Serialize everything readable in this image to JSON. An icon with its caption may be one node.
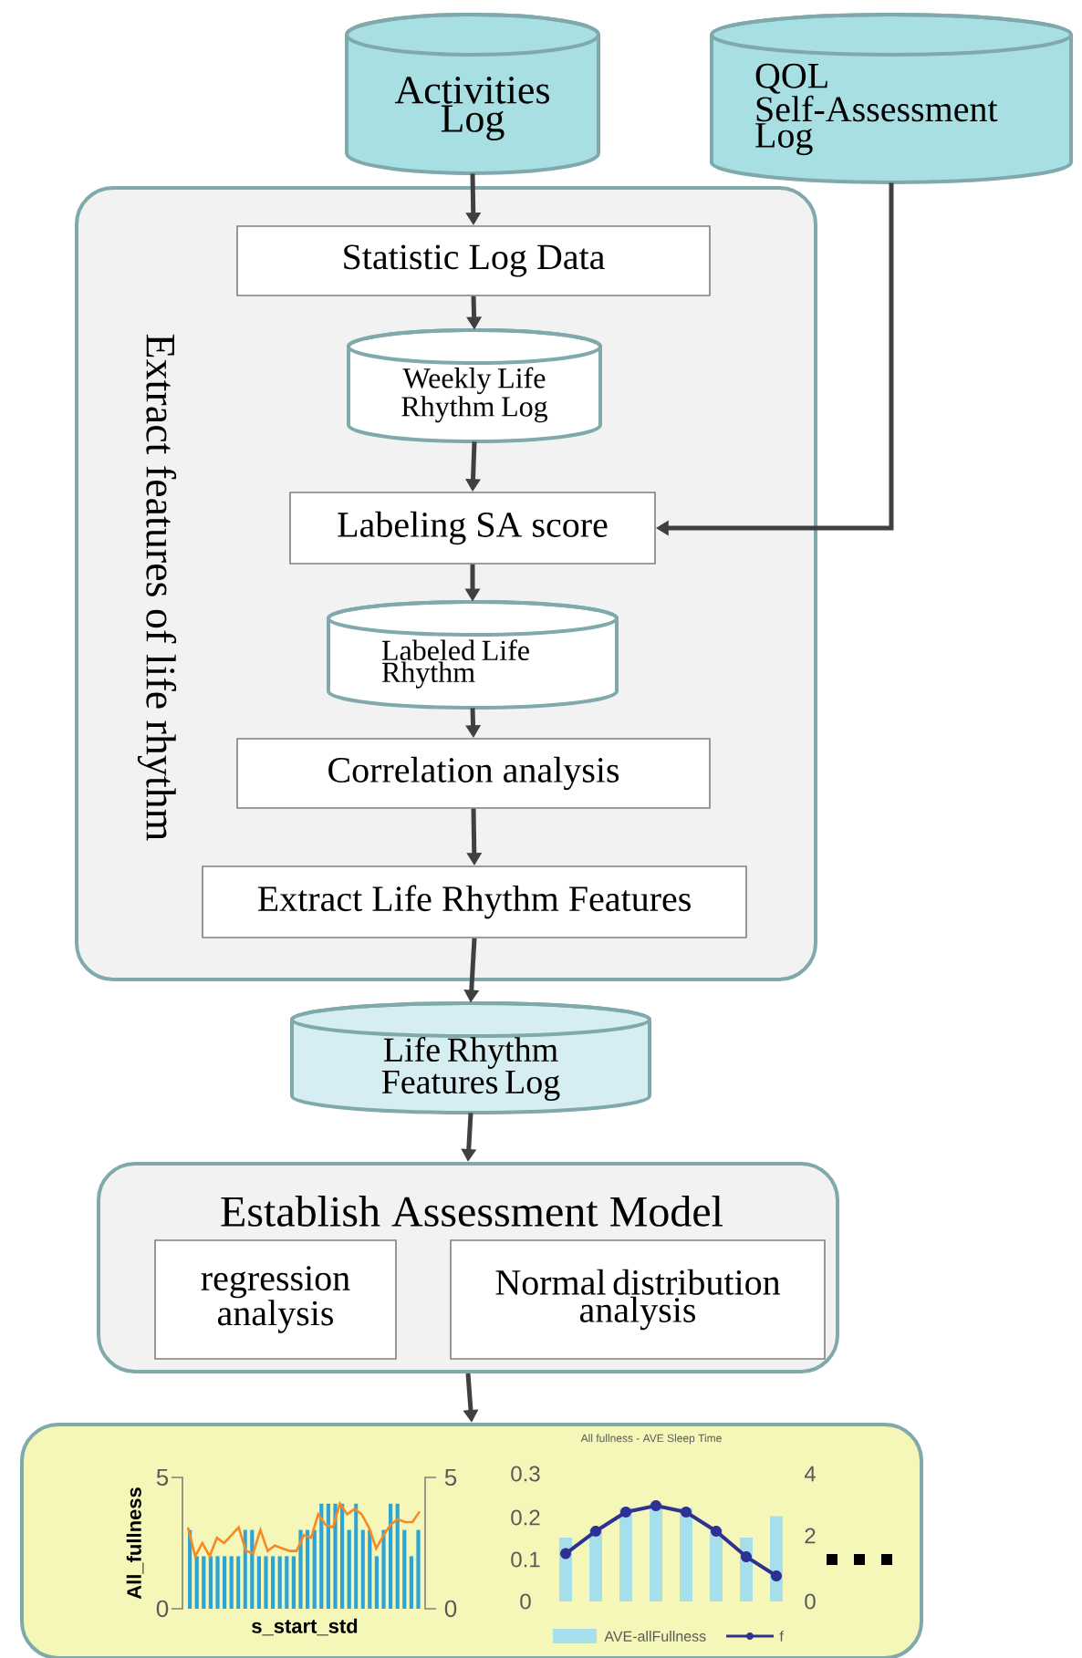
{
  "diagram": {
    "nodes": [
      {
        "text": [
          "Activities Log"
        ]
      },
      {
        "text": [
          "QOL Self-Assessment Log"
        ]
      },
      {
        "text": [
          "Extract features of life rhythm"
        ]
      },
      {
        "text": [
          "Statistic Log Data"
        ],
        "in": 2
      },
      {
        "text": [
          "Weekly Life Rhythm Log"
        ],
        "in": 2
      },
      {
        "text": [
          "Labeling SA score"
        ],
        "in": 2
      },
      {
        "text": [
          "Labeled Life Rhythm"
        ],
        "in": 2
      },
      {
        "text": [
          "Correlation analysis"
        ],
        "in": 2
      },
      {
        "text": [
          "Extract Life Rhythm Features"
        ],
        "in": 2
      },
      {
        "text": [
          "Life Rhythm Features Log"
        ]
      },
      {
        "text": [
          "Establish Assessment Model"
        ]
      },
      {
        "text": [
          "regression analysis"
        ],
        "in": 10
      },
      {
        "text": [
          "Normal distribution analysis"
        ],
        "in": 10
      },
      {
        "text": [],
        "shape": "box"
      }
    ],
    "edges": [
      {
        "from": 0,
        "to": 3,
        "arrow": "to"
      },
      {
        "from": 3,
        "to": 4,
        "arrow": "to"
      },
      {
        "from": 4,
        "to": 5,
        "arrow": "to"
      },
      {
        "from": 1,
        "to": 5,
        "arrow": "to"
      },
      {
        "from": 5,
        "to": 6,
        "arrow": "to"
      },
      {
        "from": 6,
        "to": 7,
        "arrow": "to"
      },
      {
        "from": 7,
        "to": 8,
        "arrow": "to"
      },
      {
        "from": 8,
        "to": 9,
        "arrow": "to"
      },
      {
        "from": 9,
        "to": 10,
        "arrow": "to"
      },
      {
        "from": 10,
        "to": 13,
        "arrow": "to"
      }
    ],
    "labels": [
      "All fullness - AVE Sleep Time",
      "5",
      "0",
      "5",
      "0",
      "All_fullness",
      "s_start_std",
      "0.3",
      "0.2",
      "0.1",
      "0",
      "4",
      "2",
      "0"
    ],
    "legend": [
      {
        "text": "AVE-allFullness",
        "color": "#a6dfea"
      },
      {
        "text": "f"
      }
    ]
  }
}
